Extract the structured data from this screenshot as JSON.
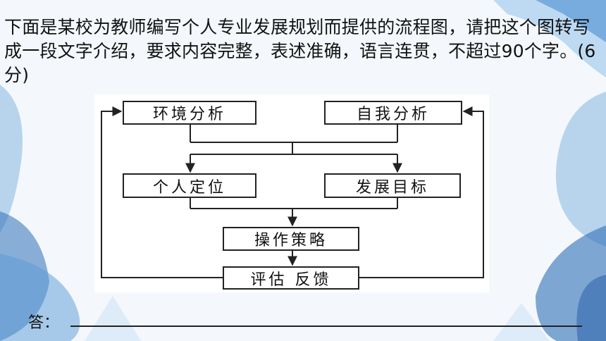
{
  "question": {
    "text": "下面是某校为教师编写个人专业发展规划而提供的流程图，请把这个图转写成一段文字介绍，要求内容完整，表述准确，语言连贯，不超过90个字。(6分)"
  },
  "diagram": {
    "nodes": {
      "env_analysis": "环境分析",
      "self_analysis": "自我分析",
      "personal_positioning": "个人定位",
      "development_goals": "发展目标",
      "operation_strategy": "操作策略",
      "evaluation_feedback": "评估 反馈"
    }
  },
  "answer": {
    "label": "答："
  },
  "colors": {
    "ink": "#222222",
    "watercolor_blue": "#4a8fd0",
    "background": "#f4f8fc"
  }
}
